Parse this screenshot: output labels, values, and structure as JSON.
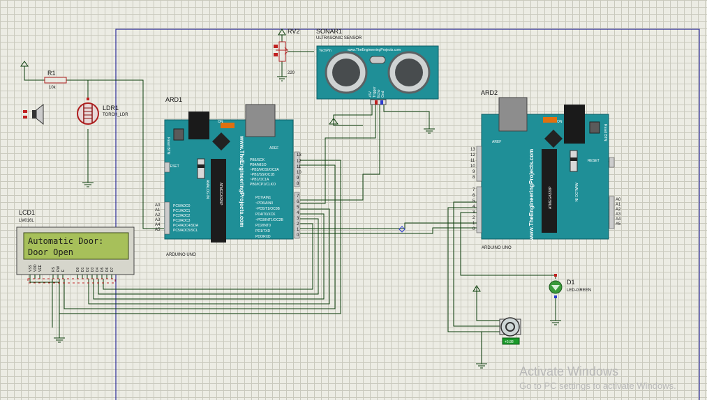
{
  "sheet": {
    "background": "#ecece4",
    "grid_color": "#c9c9bd",
    "border_color": "#2b2b9a"
  },
  "resistor_r1": {
    "ref": "R1",
    "value": "10k"
  },
  "pot_rv2": {
    "ref": "RV2",
    "value": "220"
  },
  "ldr": {
    "ref": "LDR1",
    "part": "TORCH_LDR"
  },
  "sonar": {
    "ref": "SONAR1",
    "part": "ULTRASONIC SENSOR",
    "brand": "TechPin",
    "site": "www.TheEngineeringProjects.com",
    "pins": [
      "+5V",
      "Trigger",
      "Echo",
      "Gnd"
    ]
  },
  "ard1": {
    "ref": "ARD1",
    "part": "ARDUINO UNO",
    "site": "www.TheEngineeringProjects.com",
    "chip": "ATMEGA328P",
    "reset_label": "RESET",
    "reset_btn": "Reset BTN",
    "analog_in": "ANALOG IN",
    "aref": "AREF",
    "on_label": "ON",
    "analog_pins": [
      "A0",
      "A1",
      "A2",
      "A3",
      "A4",
      "A5"
    ],
    "analog_names": [
      "PC0/ADC0",
      "PC1/ADC1",
      "PC2/ADC2",
      "PC3/ADC3",
      "PC4/ADC4/SDA",
      "PC5/ADC5/SCL"
    ],
    "digital_pins": [
      "13",
      "12",
      "11",
      "10",
      "9",
      "8",
      "7",
      "6",
      "5",
      "4",
      "3",
      "2",
      "1",
      "0"
    ],
    "digital_names": [
      "PB5/SCK",
      "PB4/MISO",
      "~PB3/MOSI/OC2A",
      "~PB2/SS/OC1B",
      "~PB1/OC1A",
      "PB0/ICP1/CLKO",
      "PD7/AIN1",
      "~PD6/AIN0",
      "~PD5/T1/OC0B",
      "PD4/T0/XCK",
      "~PD3/INT1/OC2B",
      "PD2/INT0",
      "PD1/TXD",
      "PD0/RXD"
    ]
  },
  "ard2": {
    "ref": "ARD2",
    "part": "ARDUINO UNO",
    "site": "www.TheEngineeringProjects.com",
    "chip": "ATMEGA328P",
    "reset_label": "RESET",
    "reset_btn": "Reset BTN",
    "analog_in": "ANALOG IN",
    "aref": "AREF",
    "on_label": "ON",
    "analog_pins": [
      "A0",
      "A1",
      "A2",
      "A3",
      "A4",
      "A5"
    ],
    "digital_pins": [
      "13",
      "12",
      "11",
      "10",
      "9",
      "8",
      "7",
      "6",
      "5",
      "4",
      "3",
      "2",
      "1",
      "0"
    ]
  },
  "lcd": {
    "ref": "LCD1",
    "part": "LM016L",
    "line1": "Automatic Door:",
    "line2": "Door Open",
    "pins": [
      "VSS",
      "VDD",
      "VEE",
      "RS",
      "RW",
      "E",
      "D0",
      "D1",
      "D2",
      "D3",
      "D4",
      "D5",
      "D6",
      "D7"
    ]
  },
  "led": {
    "ref": "D1",
    "part": "LED-GREEN",
    "color": "#2e9e2e"
  },
  "motor": {
    "value": "+5.88"
  },
  "watermark": {
    "title": "Activate Windows",
    "subtitle": "Go to PC settings to activate Windows."
  }
}
